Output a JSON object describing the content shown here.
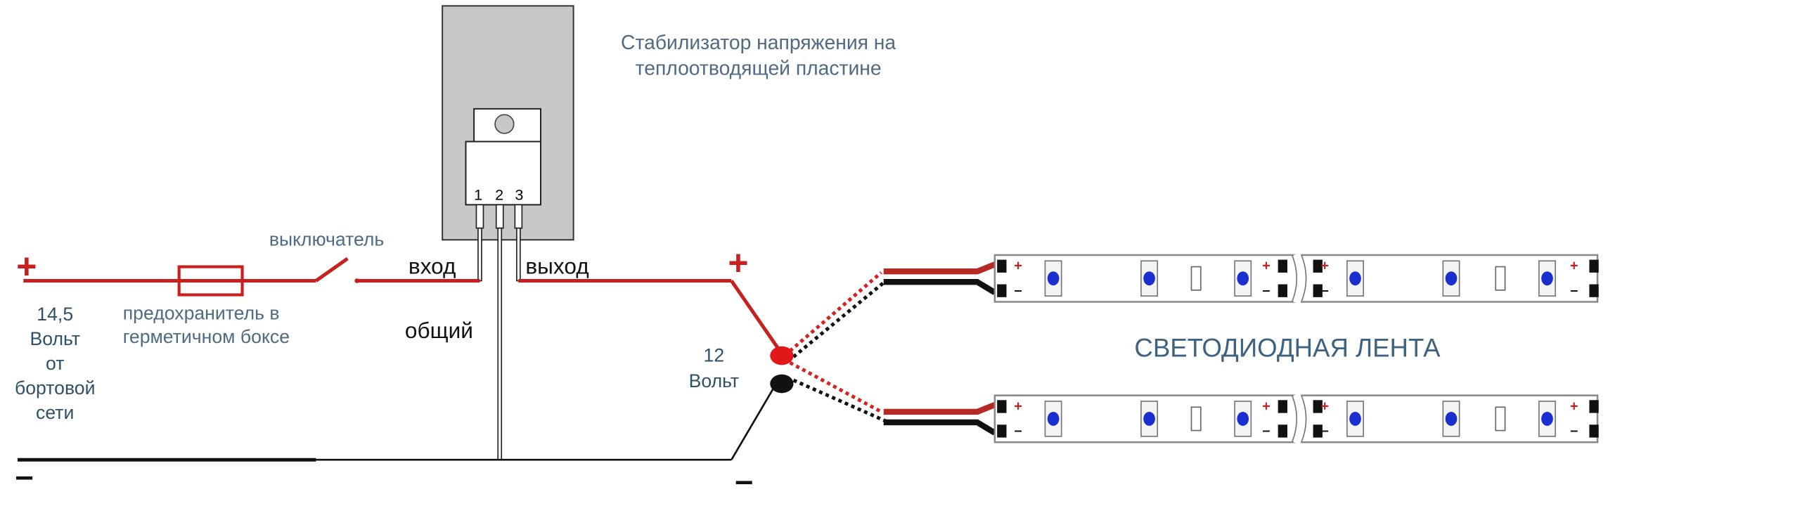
{
  "title": {
    "line1": "Стабилизатор напряжения на",
    "line2": "теплоотводящей пластине"
  },
  "regulator_pins": [
    "1",
    "2",
    "3"
  ],
  "labels": {
    "switch": "выключатель",
    "input": "вход",
    "output": "выход",
    "common": "общий",
    "fuse_line1": "предохранитель в",
    "fuse_line2": "герметичном боксе",
    "source_lines": [
      "14,5",
      "Вольт",
      "от",
      "бортовой",
      "сети"
    ],
    "out_voltage_lines": [
      "12",
      "Вольт"
    ],
    "led_strip": "СВЕТОДИОДНАЯ ЛЕНТА",
    "plus": "+",
    "minus": "–"
  },
  "colors": {
    "positive_wire": "#c8201e",
    "negative_wire": "#111111",
    "label_text": "#4f6a85",
    "dark_label": "#2e5169",
    "heatsink": "#c8c8c8",
    "led": "#1a2fd0"
  }
}
